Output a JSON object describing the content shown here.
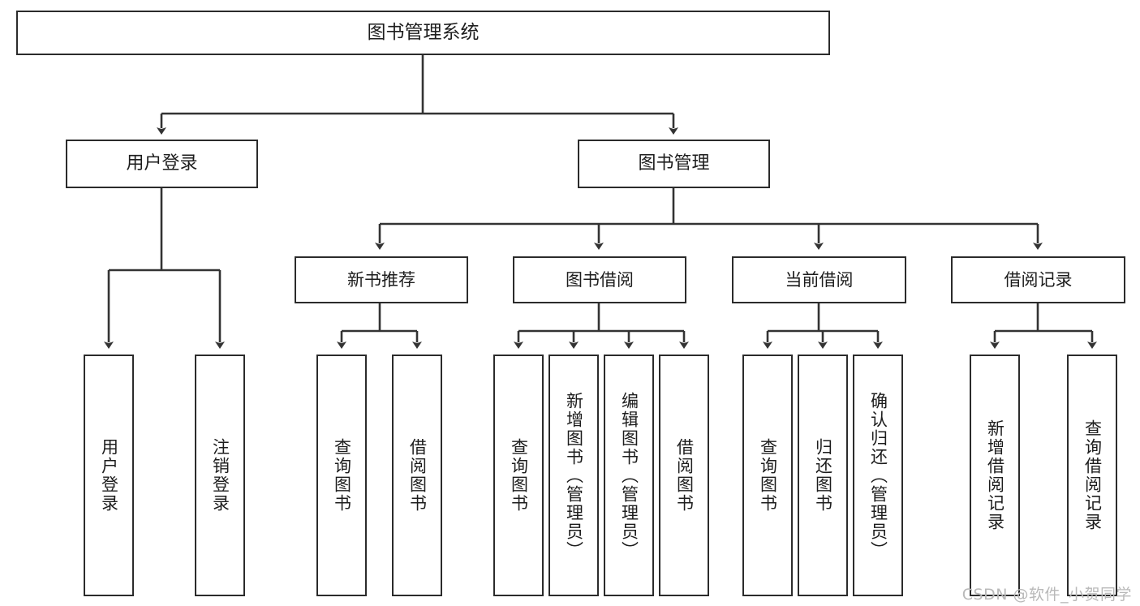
{
  "diagram": {
    "title": "图书管理系统",
    "type": "hierarchy-tree",
    "watermark": "CSDN @软件_小贺同学",
    "colors": {
      "background": "#ffffff",
      "box_border": "#2b2b2b",
      "edge": "#333333",
      "text": "#1d1d1d",
      "watermark": "#b9b9b9"
    },
    "root": {
      "label": "图书管理系统"
    },
    "level1": [
      {
        "id": "user-login",
        "label": "用户登录"
      },
      {
        "id": "book-manage",
        "label": "图书管理"
      }
    ],
    "level2": [
      {
        "id": "new-book-recommend",
        "label": "新书推荐",
        "parent": "book-manage"
      },
      {
        "id": "book-borrow",
        "label": "图书借阅",
        "parent": "book-manage"
      },
      {
        "id": "current-borrow",
        "label": "当前借阅",
        "parent": "book-manage"
      },
      {
        "id": "borrow-record",
        "label": "借阅记录",
        "parent": "book-manage"
      }
    ],
    "leaves": {
      "user-login": [
        {
          "id": "leaf-user-login",
          "label": "用户登录"
        },
        {
          "id": "leaf-user-logout",
          "label": "注销登录"
        }
      ],
      "new-book-recommend": [
        {
          "id": "leaf-query-book-1",
          "label": "查询图书"
        },
        {
          "id": "leaf-borrow-book-1",
          "label": "借阅图书"
        }
      ],
      "book-borrow": [
        {
          "id": "leaf-query-book-2",
          "label": "查询图书"
        },
        {
          "id": "leaf-add-book",
          "label": "新增图书（管理员）"
        },
        {
          "id": "leaf-edit-book",
          "label": "编辑图书（管理员）"
        },
        {
          "id": "leaf-borrow-book-2",
          "label": "借阅图书"
        }
      ],
      "current-borrow": [
        {
          "id": "leaf-query-book-3",
          "label": "查询图书"
        },
        {
          "id": "leaf-return-book",
          "label": "归还图书"
        },
        {
          "id": "leaf-confirm-return",
          "label": "确认归还（管理员）"
        }
      ],
      "borrow-record": [
        {
          "id": "leaf-add-record",
          "label": "新增借阅记录"
        },
        {
          "id": "leaf-query-record",
          "label": "查询借阅记录"
        }
      ]
    }
  }
}
